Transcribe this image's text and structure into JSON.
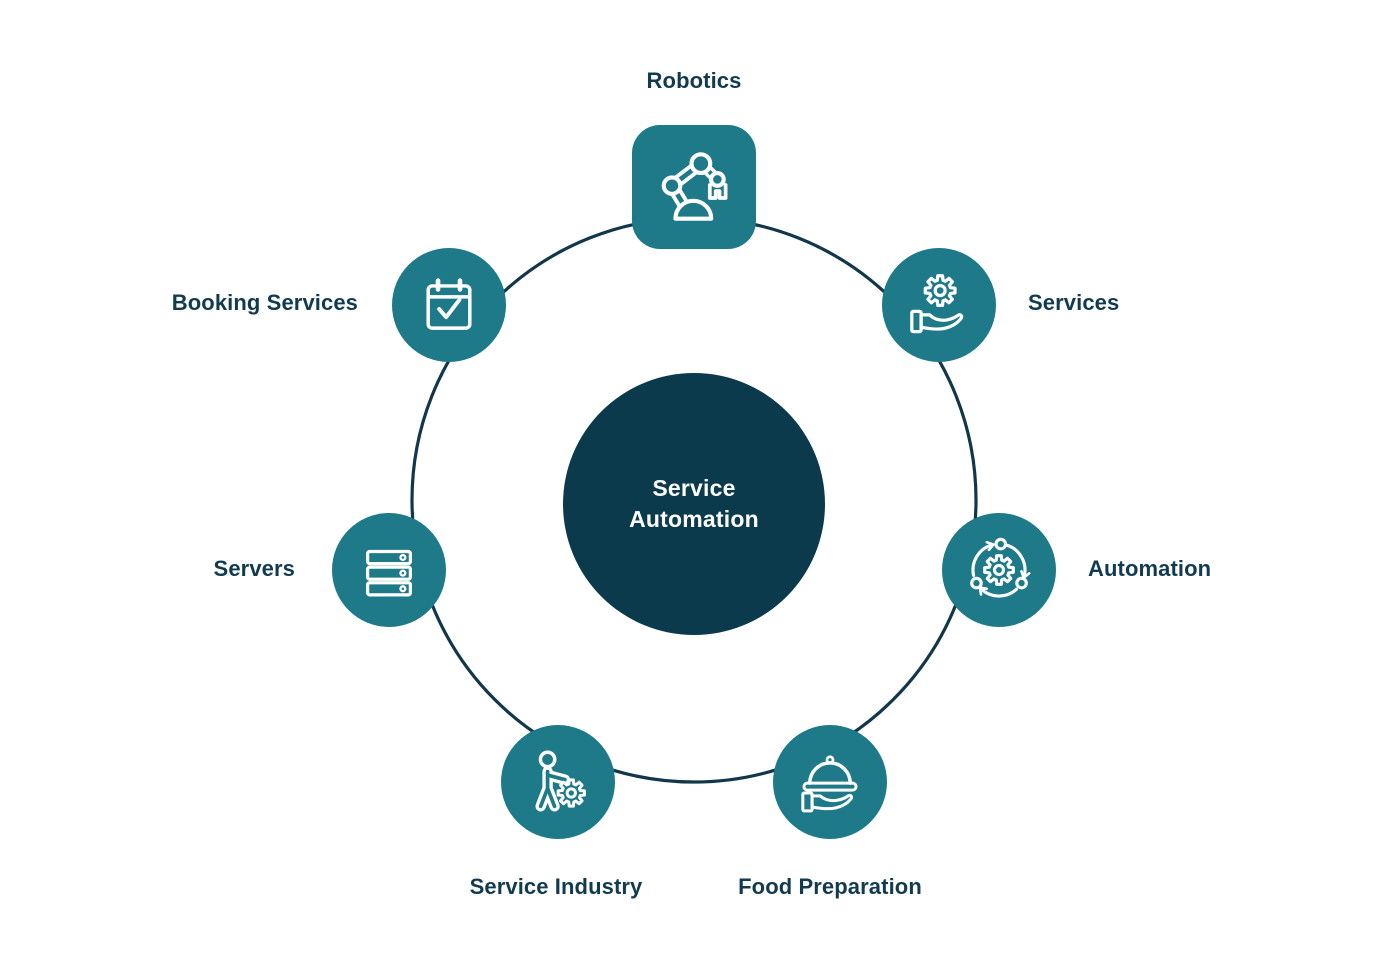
{
  "diagram": {
    "center": {
      "line1": "Service",
      "line2": "Automation"
    },
    "nodes": [
      {
        "label": "Robotics",
        "icon": "robot-arm-icon"
      },
      {
        "label": "Services",
        "icon": "hand-gear-icon"
      },
      {
        "label": "Automation",
        "icon": "gear-cycle-icon"
      },
      {
        "label": "Food Preparation",
        "icon": "hand-cloche-icon"
      },
      {
        "label": "Service Industry",
        "icon": "person-gear-icon"
      },
      {
        "label": "Servers",
        "icon": "server-stack-icon"
      },
      {
        "label": "Booking Services",
        "icon": "calendar-check-icon"
      }
    ],
    "colors": {
      "node_teal": "#1E7A89",
      "center_circle": "#0A3A4B",
      "label_text": "#123B4F",
      "ring_stroke": "#12364A",
      "icon_stroke": "#FFFFFF",
      "background": "#FFFFFF"
    }
  }
}
